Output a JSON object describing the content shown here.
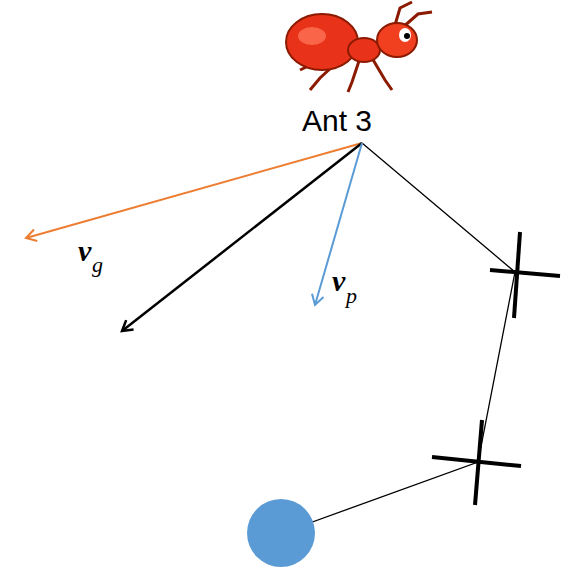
{
  "diagram": {
    "labels": [
      "Ant 3",
      "v",
      "g",
      "v",
      "p"
    ]
  }
}
